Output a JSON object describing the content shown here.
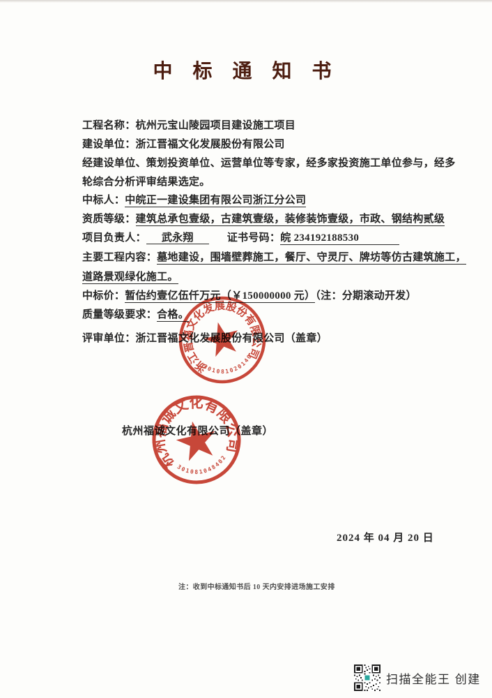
{
  "title": "中 标 通 知 书",
  "body": {
    "line1_label": "工程名称：",
    "line1_value": "杭州元宝山陵园项目建设施工项目",
    "line2_label": "建设单位：",
    "line2_value": "浙江晋福文化发展股份有限公司",
    "line3": "经建设单位、策划投资单位、运营单位等专家，经多家投资施工单位参与，经多",
    "line4": "轮综合分析评审结果选定。",
    "line5_label": "中标人：",
    "line5_value": "中皖正一建设集团有限公司浙江分公司",
    "line6_label": "资质等级：",
    "line6_value": "建筑总承包壹级，古建筑壹级，装修装饰壹级，市政、钢结构贰级",
    "line7_label": "项目负责人：",
    "line7_value": "武永翔",
    "line7_label2": "证书号码：",
    "line7_value2": "皖 234192188530",
    "line8_label": "主要工程内容：",
    "line8_value": "墓地建设，围墙壁葬施工，餐厅、守灵厅、牌坊等仿古建筑施工，",
    "line9_value": "道路景观绿化施工。",
    "line10_label": "中标价：",
    "line10_value": "暂估约壹亿伍仟万元（￥150000000 元）",
    "line10_note": "（注：分期滚动开发）",
    "line11_label": "质量等级要求：",
    "line11_value": "合格。",
    "line12_label": "评审单位：",
    "line12_value": "浙江晋福文化发展股份有限公司（盖章）"
  },
  "signer2": "杭州福诚文化有限公司（盖章）",
  "date": "2024 年 04 月 20 日",
  "footnote": "注：收到中标通知书后 10 天内安排进场施工安排",
  "stamps": {
    "stamp1": {
      "company": "浙江晋福文化发展股份有限公司",
      "number": "33010810201407"
    },
    "stamp2": {
      "company": "杭州福诚文化有限公司",
      "number": "33010810484023"
    }
  },
  "watermark": {
    "label": "扫描全能王 创建"
  },
  "colors": {
    "title_ink": "#4c1d10",
    "stamp_red": "#c5392b",
    "text_ink": "#262626"
  }
}
